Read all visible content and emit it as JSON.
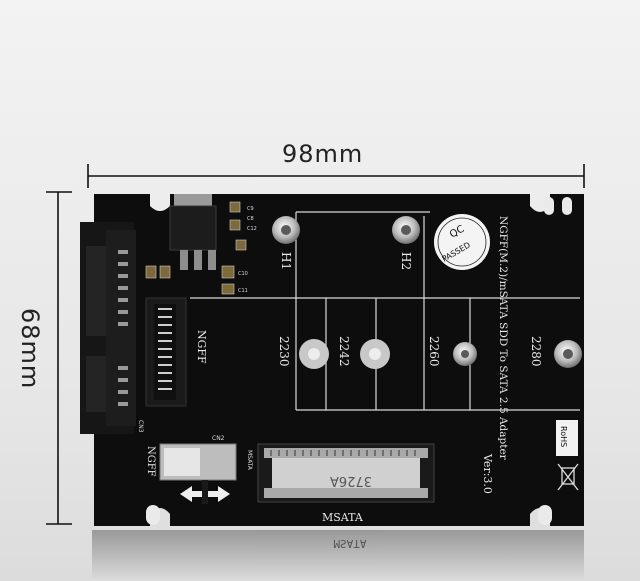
{
  "dimensions": {
    "width_label": "98mm",
    "height_label": "68mm"
  },
  "board": {
    "title": "NGFF(M.2)/mSATA SDD To SATA 2.5 Adapter",
    "version": "Ver:3.0",
    "mounting_holes": [
      "H1",
      "H2"
    ],
    "length_marks": [
      "2230",
      "2242",
      "2260",
      "2280"
    ],
    "ngff_slot_label": "NGFF",
    "msata_label": "MSATA",
    "switch_label": "NGFF",
    "switch_side_label": "MSATA",
    "switch_ref": "CN2",
    "connector_ref": "CN3",
    "msata_chip_text": "3726A",
    "rohs_label": "RoHS",
    "qc_top": "QC",
    "qc_bottom": "PASSED",
    "small_refs": [
      "C9",
      "C8",
      "C12",
      "C10",
      "C11"
    ]
  },
  "colors": {
    "pcb": "#0d0d0d",
    "silkscreen": "#e9e9e9",
    "background": "#efefef"
  }
}
